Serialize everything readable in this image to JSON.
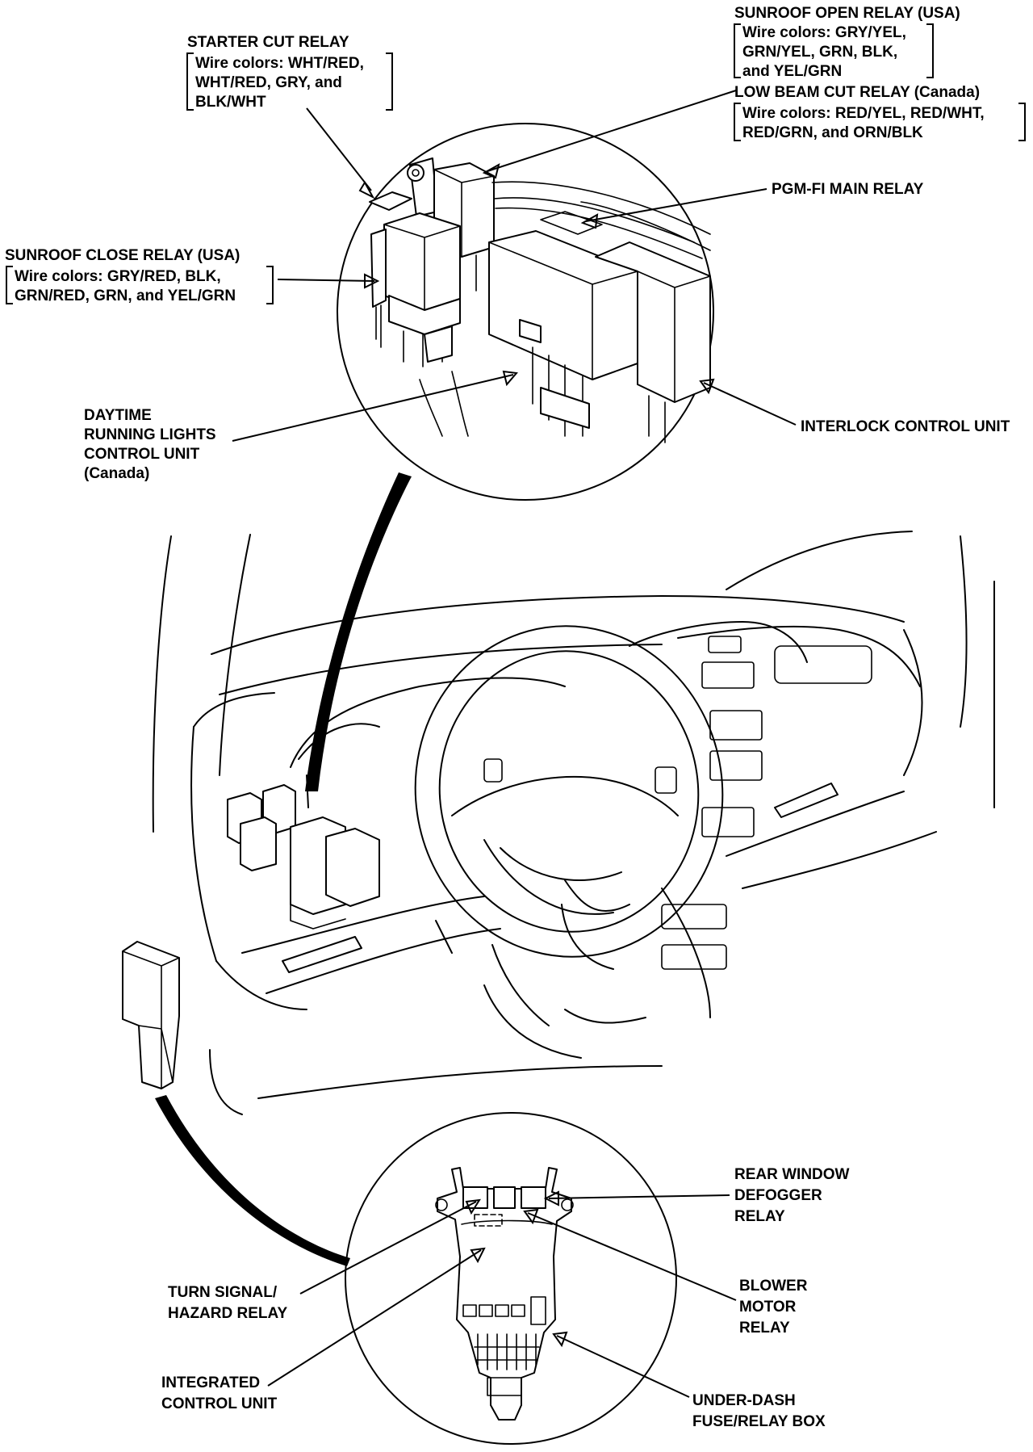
{
  "labels": {
    "starter_cut": {
      "title": "STARTER CUT RELAY",
      "wire_lines": [
        "Wire colors: WHT/RED,",
        "WHT/RED, GRY, and",
        "BLK/WHT"
      ]
    },
    "sunroof_open": {
      "title": "SUNROOF OPEN RELAY (USA)",
      "wire_lines": [
        "Wire colors: GRY/YEL,",
        "GRN/YEL, GRN, BLK,",
        "and YEL/GRN"
      ]
    },
    "low_beam_cut": {
      "title": "LOW BEAM CUT RELAY (Canada)",
      "wire_lines": [
        "Wire colors: RED/YEL, RED/WHT,",
        "RED/GRN, and ORN/BLK"
      ]
    },
    "pgm_fi": {
      "title": "PGM-FI MAIN RELAY"
    },
    "sunroof_close": {
      "title": "SUNROOF CLOSE RELAY (USA)",
      "wire_lines": [
        "Wire colors: GRY/RED, BLK,",
        "GRN/RED, GRN, and YEL/GRN"
      ]
    },
    "daytime_running": {
      "lines": [
        "DAYTIME",
        "RUNNING LIGHTS",
        "CONTROL UNIT",
        "(Canada)"
      ]
    },
    "interlock": {
      "title": "INTERLOCK CONTROL UNIT"
    },
    "rear_window": {
      "lines": [
        "REAR WINDOW",
        "DEFOGGER",
        "RELAY"
      ]
    },
    "blower_motor": {
      "lines": [
        "BLOWER",
        "MOTOR",
        "RELAY"
      ]
    },
    "turn_signal": {
      "lines": [
        "TURN SIGNAL/",
        "HAZARD RELAY"
      ]
    },
    "integrated_control": {
      "lines": [
        "INTEGRATED",
        "CONTROL UNIT"
      ]
    },
    "fuse_box": {
      "lines": [
        "UNDER-DASH",
        "FUSE/RELAY BOX"
      ]
    }
  }
}
